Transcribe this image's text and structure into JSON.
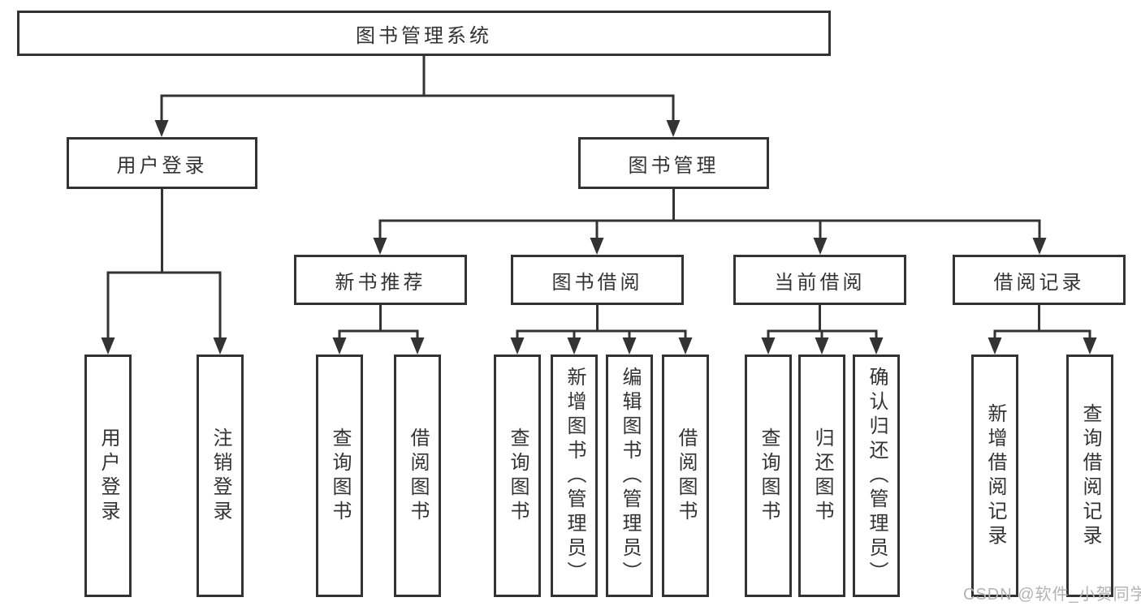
{
  "diagram_title": "图书管理系统",
  "tree": {
    "root": {
      "label": "图书管理系统"
    },
    "level2": [
      {
        "label": "用户登录"
      },
      {
        "label": "图书管理"
      }
    ],
    "level3": [
      {
        "label": "新书推荐",
        "parent": "图书管理"
      },
      {
        "label": "图书借阅",
        "parent": "图书管理"
      },
      {
        "label": "当前借阅",
        "parent": "图书管理"
      },
      {
        "label": "借阅记录",
        "parent": "图书管理"
      }
    ],
    "leaves": [
      {
        "label": "用户登录",
        "parent": "用户登录"
      },
      {
        "label": "注销登录",
        "parent": "用户登录"
      },
      {
        "label": "查询图书",
        "parent": "新书推荐"
      },
      {
        "label": "借阅图书",
        "parent": "新书推荐"
      },
      {
        "label": "查询图书",
        "parent": "图书借阅"
      },
      {
        "label": "新增图书（管理员）",
        "parent": "图书借阅"
      },
      {
        "label": "编辑图书（管理员）",
        "parent": "图书借阅"
      },
      {
        "label": "借阅图书",
        "parent": "图书借阅"
      },
      {
        "label": "查询图书",
        "parent": "当前借阅"
      },
      {
        "label": "归还图书",
        "parent": "当前借阅"
      },
      {
        "label": "确认归还（管理员）",
        "parent": "当前借阅"
      },
      {
        "label": "新增借阅记录",
        "parent": "借阅记录"
      },
      {
        "label": "查询借阅记录",
        "parent": "借阅记录"
      }
    ]
  },
  "watermark": "CSDN @软件_小贺同学",
  "colors": {
    "line": "#333333",
    "box_border": "#333333",
    "text": "#333333",
    "watermark": "#b5b2b2",
    "background": "#ffffff"
  }
}
